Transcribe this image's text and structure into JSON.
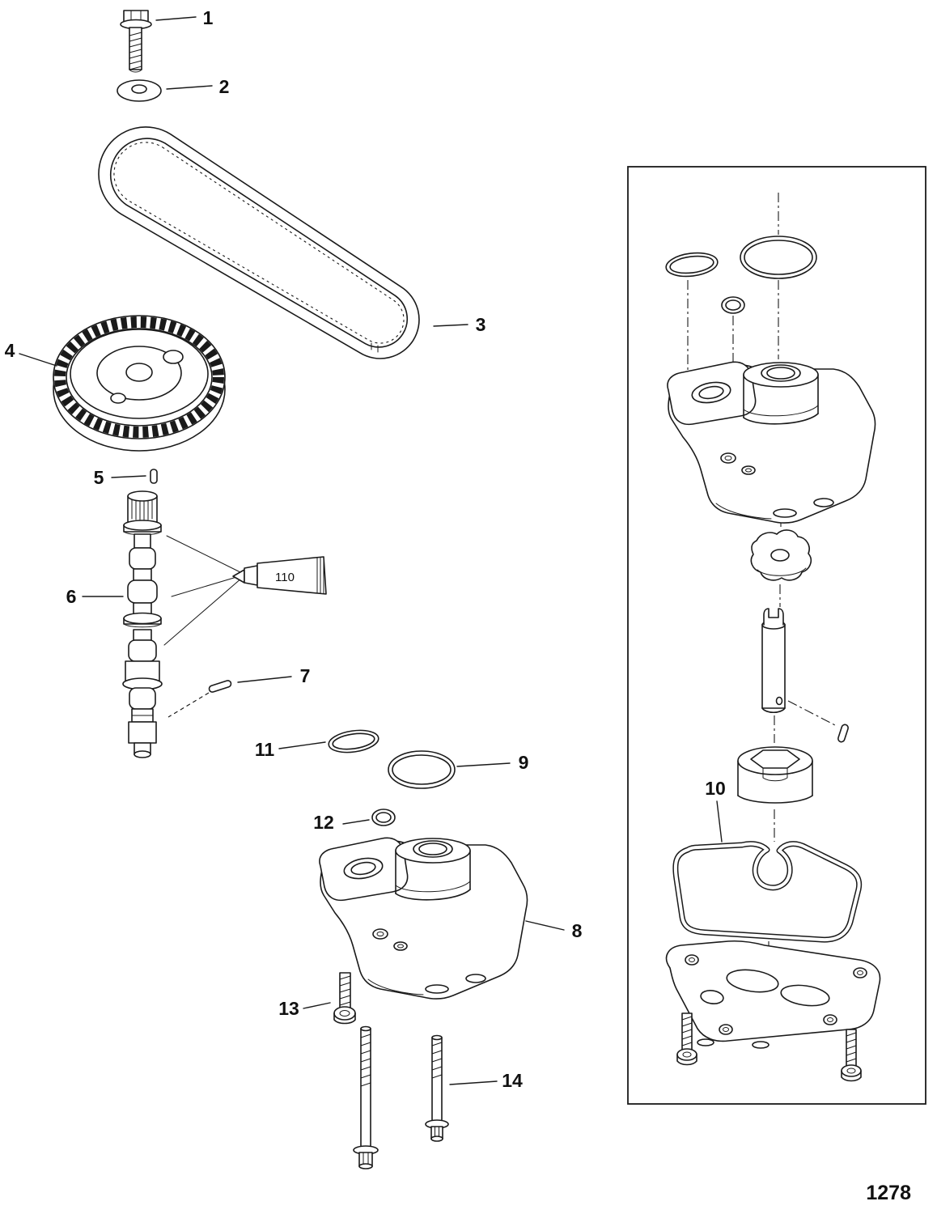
{
  "diagram": {
    "page_number": "1278",
    "sealant_tube_label": "110",
    "callouts": {
      "c1": "1",
      "c2": "2",
      "c3": "3",
      "c4": "4",
      "c5": "5",
      "c6": "6",
      "c7": "7",
      "c8": "8",
      "c9": "9",
      "c10": "10",
      "c11": "11",
      "c12": "12",
      "c13": "13",
      "c14": "14"
    }
  }
}
